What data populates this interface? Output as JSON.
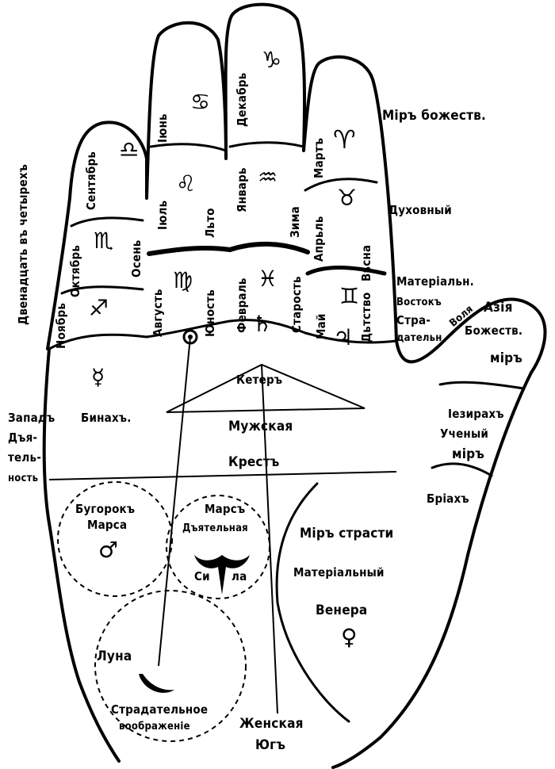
{
  "sections": {
    "mir_bozhestv": "Мiръ божеств.",
    "dukhovny": "Духовный",
    "materialn": "Матерiальн.",
    "vostok": "Востокъ",
    "strada": "Стра-",
    "datelny": "дательн",
    "volya": "Воля",
    "aziya": "Азiя",
    "bozhestv2": "Божеств.",
    "mir2": "мiръ",
    "dvenadtsat": "Двенадцать въ четырехъ",
    "zapad": [
      "Западъ",
      "Дъя-",
      "тель-",
      "ность"
    ],
    "ketep": "Кетеръ",
    "binakh": "Бинахъ.",
    "muzhskaya": "Мужская",
    "krest": "Крестъ",
    "iezirakh": "Iезирахъ",
    "ucheny": "Ученый",
    "mir3": "мiръ",
    "briakh": "Брiахъ",
    "bugorok": "Бугорокъ",
    "marsa": "Марса",
    "mars": "Марсъ",
    "deyatelnaya": "Дъятельная",
    "si": "Си",
    "la": "ла",
    "mir_strasti": "Мiръ страсти",
    "materialny": "Матерiальный",
    "venera": "Венера",
    "luna": "Луна",
    "stradatelnoe": "Страдательное",
    "voobrazhenie": "воображенiе",
    "zhenskaya": "Женская",
    "yug": "Югъ"
  },
  "months": {
    "dekabr": "Декабрь",
    "yanvar": "Январь",
    "fevral": "Февраль",
    "iyun": "Iюнь",
    "iyul": "Iюль",
    "avgust": "Августь",
    "mart": "Мартъ",
    "aprel": "Апрьль",
    "may": "Май",
    "sentyabr": "Сентябрь",
    "oktyabr": "Октябрь",
    "noyabr": "Ноябрь"
  },
  "seasons": {
    "zima": "Зима",
    "leto": "Льто",
    "vesna": "Вьсна",
    "osen": "Осень"
  },
  "ages": {
    "starost": "Старость",
    "yunost": "Юность",
    "detstvo": "Дьтство"
  },
  "symbols": {
    "capricorn": "♑",
    "aquarius": "♒",
    "pisces": "♓",
    "cancer": "♋",
    "leo": "♌",
    "virgo": "♍",
    "aries": "♈",
    "taurus": "♉",
    "gemini": "♊",
    "libra": "♎",
    "scorpio": "♏",
    "sagittarius": "♐",
    "saturn": "♄",
    "mercury": "☿",
    "jupiter": "♃",
    "mars": "♂",
    "venus": "♀"
  }
}
